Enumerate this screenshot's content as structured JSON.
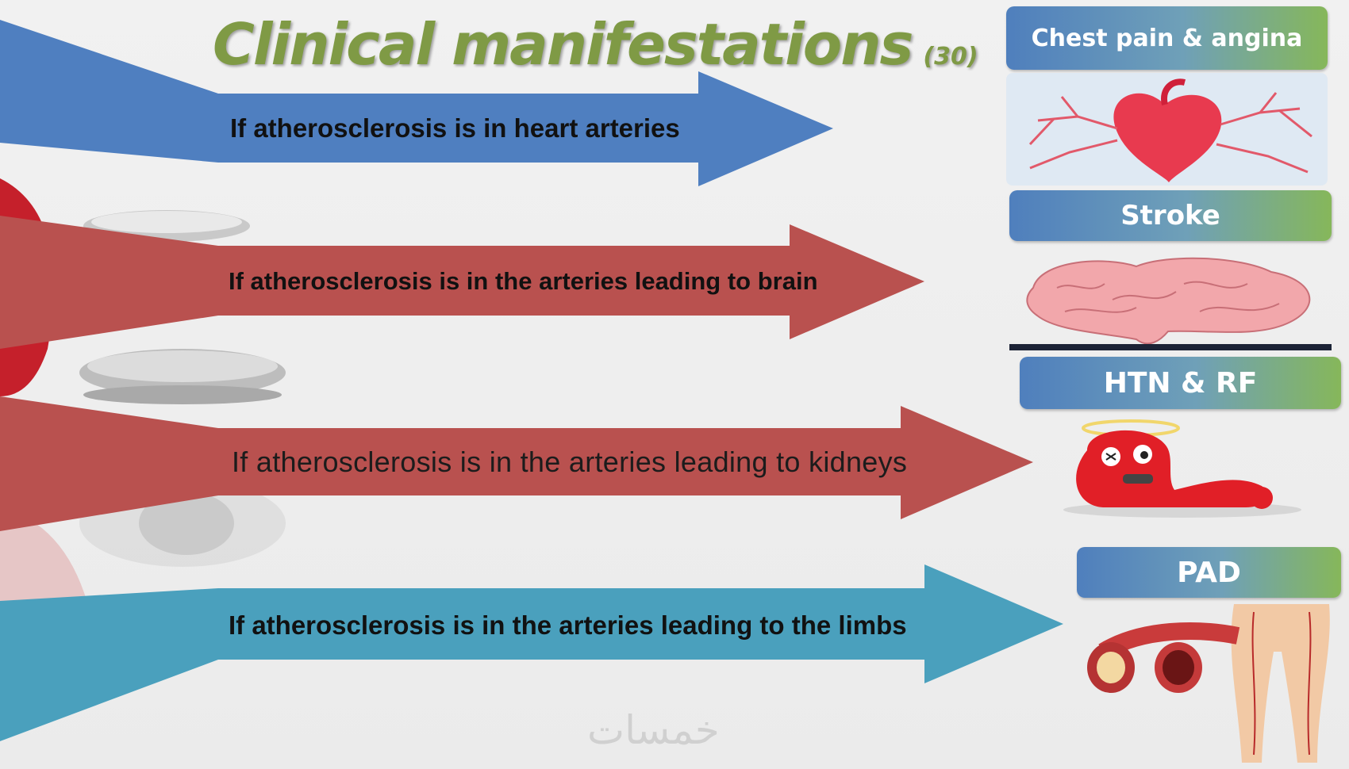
{
  "slide": {
    "title": "Clinical manifestations",
    "title_ref": "(30)"
  },
  "arrows": [
    {
      "label": "If atherosclerosis is in heart arteries",
      "color": "#4f7fc0"
    },
    {
      "label": "If atherosclerosis is in the arteries leading to brain",
      "color": "#b9514f"
    },
    {
      "label": "If atherosclerosis is in the arteries leading to kidneys",
      "color": "#b9514f"
    },
    {
      "label": "If atherosclerosis is in the arteries leading to the limbs",
      "color": "#4aa0bd"
    }
  ],
  "outcomes": [
    {
      "label": "Chest pain &  angina",
      "icon": "heart-arteries-icon"
    },
    {
      "label": "Stroke",
      "icon": "brain-icon"
    },
    {
      "label": "HTN & RF",
      "icon": "kidney-cartoon-icon"
    },
    {
      "label": "PAD",
      "icon": "leg-arteries-icon"
    }
  ],
  "colors": {
    "title": "#7f9a45",
    "badge_start": "#4f7fbd",
    "badge_end": "#86b75a"
  },
  "watermark": "خمسات"
}
